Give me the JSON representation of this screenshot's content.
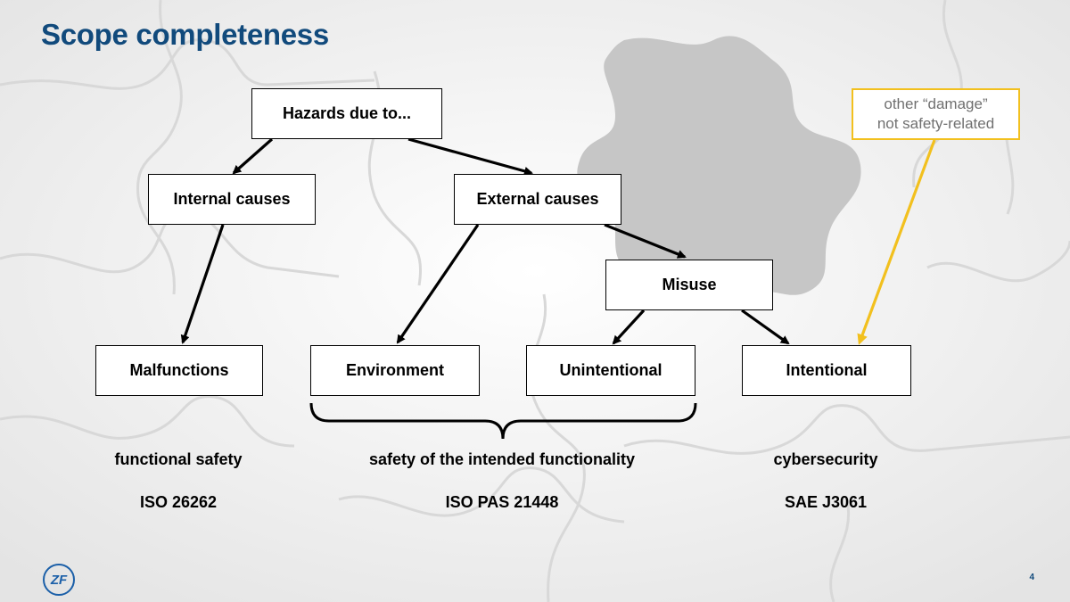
{
  "title": "Scope completeness",
  "nodes": {
    "hazards": "Hazards due to...",
    "internal": "Internal causes",
    "external": "External causes",
    "misuse": "Misuse",
    "malfunctions": "Malfunctions",
    "environment": "Environment",
    "unintentional": "Unintentional",
    "intentional": "Intentional"
  },
  "note": {
    "line1": "other “damage”",
    "line2": "not safety-related"
  },
  "scopes": [
    {
      "name": "functional safety",
      "standard": "ISO 26262"
    },
    {
      "name": "safety of the intended functionality",
      "standard": "ISO PAS 21448"
    },
    {
      "name": "cybersecurity",
      "standard": "SAE J3061"
    }
  ],
  "footer": {
    "logo": "ZF",
    "page": "4"
  },
  "colors": {
    "title": "#114a7c",
    "note_border": "#f2c01e",
    "logo": "#1b5fa8"
  }
}
